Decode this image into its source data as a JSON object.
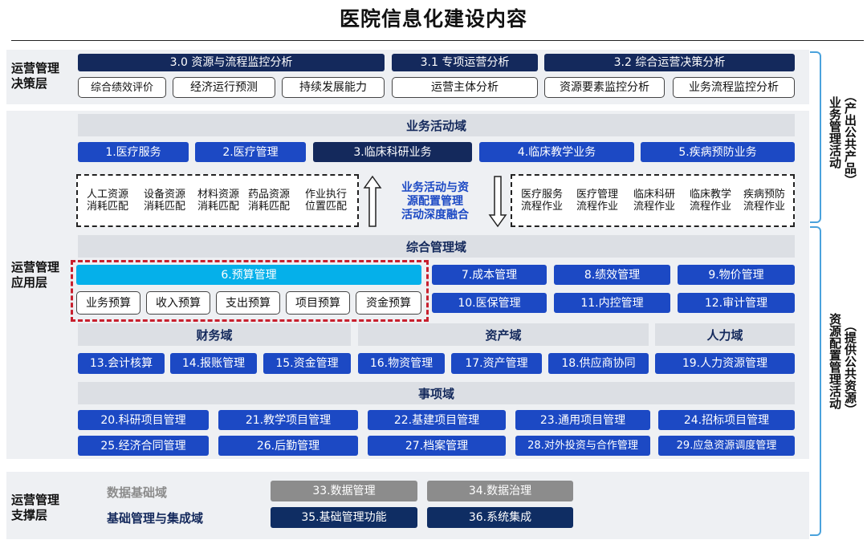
{
  "title": "医院信息化建设内容",
  "layers": {
    "decision": "运营管理\n决策层",
    "application": "运营管理\n应用层",
    "support": "运营管理\n支撑层"
  },
  "decision": {
    "headers": [
      "3.0 资源与流程监控分析",
      "3.1 专项运营分析",
      "3.2 综合运营决策分析"
    ],
    "items": [
      "综合绩效评价",
      "经济运行预测",
      "持续发展能力",
      "运营主体分析",
      "资源要素监控分析",
      "业务流程监控分析"
    ]
  },
  "business": {
    "domain": "业务活动域",
    "items": [
      "1.医疗服务",
      "2.医疗管理",
      "3.临床科研业务",
      "4.临床教学业务",
      "5.疾病预防业务"
    ],
    "left_activities": [
      "人工资源\n消耗匹配",
      "设备资源\n消耗匹配",
      "材料资源\n消耗匹配",
      "药品资源\n消耗匹配",
      "作业执行\n位置匹配"
    ],
    "fusion": "业务活动与资\n源配置管理\n活动深度融合",
    "right_activities": [
      "医疗服务\n流程作业",
      "医疗管理\n流程作业",
      "临床科研\n流程作业",
      "临床教学\n流程作业",
      "疾病预防\n流程作业"
    ]
  },
  "comprehensive": {
    "domain": "综合管理域",
    "budget": "6.预算管理",
    "budget_items": [
      "业务预算",
      "收入预算",
      "支出预算",
      "项目预算",
      "资金预算"
    ],
    "items": [
      "7.成本管理",
      "8.绩效管理",
      "9.物价管理",
      "10.医保管理",
      "11.内控管理",
      "12.审计管理"
    ]
  },
  "finance": {
    "domain": "财务域",
    "items": [
      "13.会计核算",
      "14.报账管理",
      "15.资金管理"
    ]
  },
  "asset": {
    "domain": "资产域",
    "items": [
      "16.物资管理",
      "17.资产管理",
      "18.供应商协同"
    ]
  },
  "hr": {
    "domain": "人力域",
    "items": [
      "19.人力资源管理"
    ]
  },
  "affairs": {
    "domain": "事项域",
    "items": [
      "20.科研项目管理",
      "21.教学项目管理",
      "22.基建项目管理",
      "23.通用项目管理",
      "24.招标项目管理",
      "25.经济合同管理",
      "26.后勤管理",
      "27.档案管理",
      "28.对外投资与合作管理",
      "29.应急资源调度管理"
    ]
  },
  "support": {
    "data_domain": "数据基础域",
    "base_domain": "基础管理与集成域",
    "items": [
      "33.数据管理",
      "34.数据治理",
      "35.基础管理功能",
      "36.系统集成"
    ]
  },
  "side": {
    "top_main": "业务管理活动",
    "top_sub": "（产出公共产品）",
    "bottom_main": "资源配置管理活动",
    "bottom_sub": "（提供公共资源）"
  },
  "colors": {
    "dark": "#14295c",
    "blue": "#1c49c4",
    "cyan": "#05b0ea",
    "gray": "#8c8c8c",
    "red_dash": "#c8202e",
    "bracket": "#4aa2dc"
  }
}
